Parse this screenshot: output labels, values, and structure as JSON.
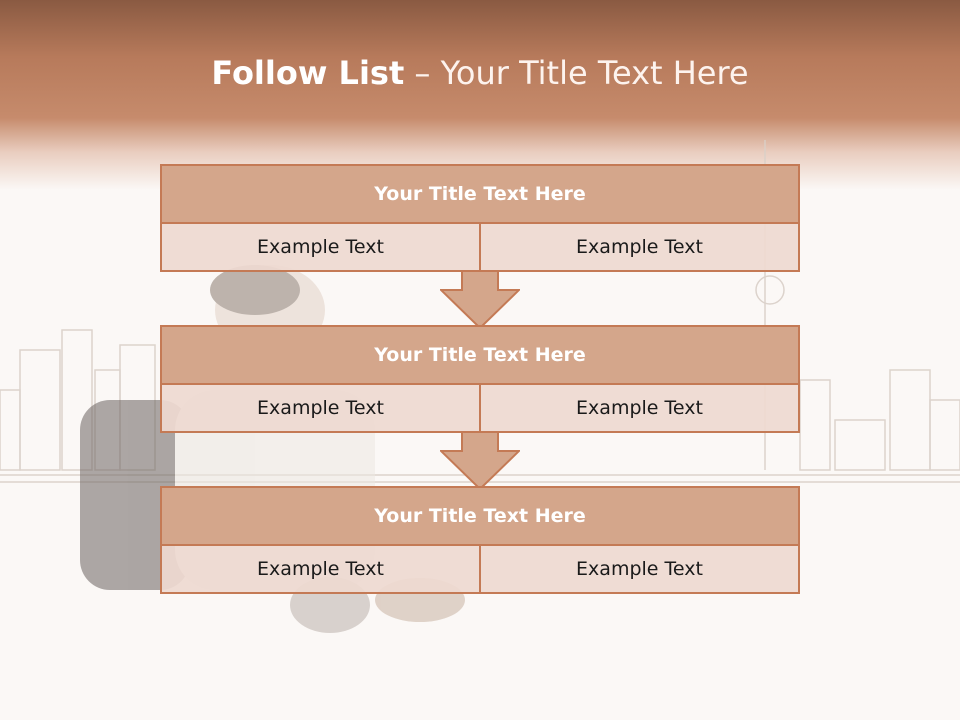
{
  "slide": {
    "title_bold": "Follow List",
    "title_rest": " – Your Title Text Here"
  },
  "boxes": [
    {
      "title": "Your Title Text Here",
      "cells": [
        "Example Text",
        "Example Text"
      ]
    },
    {
      "title": "Your Title Text Here",
      "cells": [
        "Example Text",
        "Example Text"
      ]
    },
    {
      "title": "Your Title Text Here",
      "cells": [
        "Example Text",
        "Example Text"
      ]
    }
  ],
  "colors": {
    "header": "#b77a5b",
    "box_title_fill": "#d4a68b",
    "box_border": "#c47a55",
    "cell_fill": "#eed9d0"
  },
  "icons": [
    "down-arrow-icon",
    "down-arrow-icon"
  ]
}
